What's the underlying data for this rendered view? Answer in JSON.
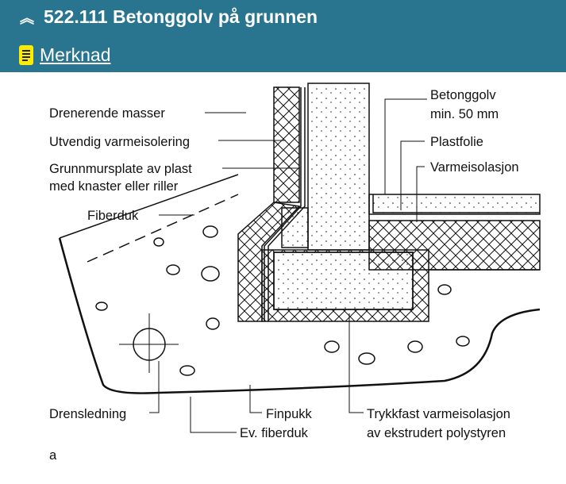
{
  "header": {
    "title": "522.111 Betonggolv på grunnen",
    "collapse_icon": "double-chevron-up-icon",
    "note_link": "Merknad",
    "note_icon": "note-icon",
    "bg_color": "#29758f",
    "note_color": "#ffeb00"
  },
  "figure": {
    "labels": {
      "drenerende": "Drenerende masser",
      "utvendig": "Utvendig varmeisolering",
      "grunnmur1": "Grunnmursplate av plast",
      "grunnmur2": "med knaster eller riller",
      "fiberduk": "Fiberduk",
      "betong1": "Betonggolv",
      "betong2": "min. 50 mm",
      "plastfolie": "Plastfolie",
      "varmeisolasjon": "Varmeisolasjon",
      "drensledning": "Drensledning",
      "finpukk": "Finpukk",
      "evfiberduk": "Ev. fiberduk",
      "trykk1": "Trykkfast varmeisolasjon",
      "trykk2": "av ekstrudert polystyren"
    },
    "caption": "a"
  }
}
